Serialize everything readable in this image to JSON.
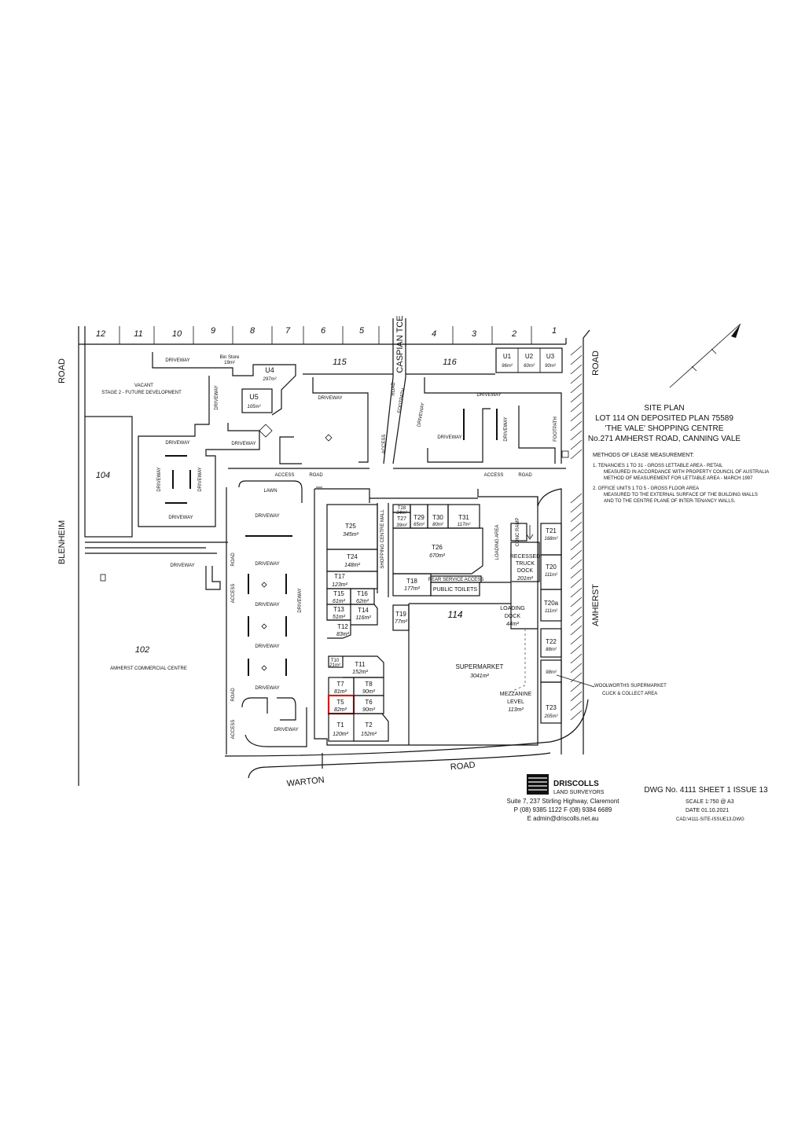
{
  "lot_numbers_top": [
    "12",
    "11",
    "10",
    "9",
    "8",
    "7",
    "6",
    "5",
    "4",
    "3",
    "2",
    "1"
  ],
  "lots": {
    "l115": "115",
    "l116": "116",
    "l104": "104",
    "l102": "102",
    "l114": "114"
  },
  "streets": {
    "caspian": "CASPIAN TCE",
    "road_nw": "ROAD",
    "blenheim": "BLENHEIM",
    "road_ne": "ROAD",
    "amherst": "AMHERST",
    "warton": "WARTON",
    "warton_road": "ROAD"
  },
  "site_labels": {
    "driveway": "DRIVEWAY",
    "access": "ACCESS",
    "road": "ROAD",
    "lawn": "LAWN",
    "footpath": "FOOTPATH",
    "vacant": "VACANT",
    "stage2": "STAGE 2 - FUTURE DEVELOPMENT",
    "bin_store": "Bin Store",
    "bin_store_area": "19m²",
    "amherst_commercial": "AMHERST COMMERCIAL CENTRE",
    "shopping_mall": "SHOPPING CENTRE MALL",
    "loading_area": "LOADING AREA",
    "conc_ramp": "CONC RAMP",
    "rear_service": "REAR SERVICE ACCESS",
    "public_toilets": "PUBLIC TOILETS",
    "recessed": "RECESSED",
    "truck": "TRUCK",
    "dock": "DOCK",
    "recessed_area": "201m²",
    "loading": "LOADING",
    "loading_dock_area": "44m²",
    "supermarket": "SUPERMARKET",
    "supermarket_area": "3041m²",
    "mezzanine": "MEZZANINE",
    "level": "LEVEL",
    "mezzanine_area": "113m²",
    "woolworths_1": "WOOLWORTHS SUPERMARKET",
    "woolworths_2": "CLICK & COLLECT AREA",
    "ww_area": "98m²"
  },
  "units": [
    {
      "id": "U1",
      "area": "96m²"
    },
    {
      "id": "U2",
      "area": "60m²"
    },
    {
      "id": "U3",
      "area": "90m²"
    },
    {
      "id": "U4",
      "area": "297m²"
    },
    {
      "id": "U5",
      "area": "105m²"
    }
  ],
  "tenancies": [
    {
      "id": "T1",
      "area": "120m²"
    },
    {
      "id": "T2",
      "area": "152m²"
    },
    {
      "id": "T5",
      "area": "82m²"
    },
    {
      "id": "T6",
      "area": "90m²"
    },
    {
      "id": "T7",
      "area": "81m²"
    },
    {
      "id": "T8",
      "area": "90m²"
    },
    {
      "id": "T10",
      "area": "21m²"
    },
    {
      "id": "T11",
      "area": "152m²"
    },
    {
      "id": "T12",
      "area": "83m²"
    },
    {
      "id": "T13",
      "area": "51m²"
    },
    {
      "id": "T14",
      "area": "116m²"
    },
    {
      "id": "T15",
      "area": "61m²"
    },
    {
      "id": "T16",
      "area": "62m²"
    },
    {
      "id": "T17",
      "area": "123m²"
    },
    {
      "id": "T18",
      "area": "177m²"
    },
    {
      "id": "T19",
      "area": "77m²"
    },
    {
      "id": "T20",
      "area": "111m²"
    },
    {
      "id": "T20a",
      "area": "111m²"
    },
    {
      "id": "T21",
      "area": "168m²"
    },
    {
      "id": "T22",
      "area": "88m²"
    },
    {
      "id": "T23",
      "area": "205m²"
    },
    {
      "id": "T24",
      "area": "148m²"
    },
    {
      "id": "T25",
      "area": "345m²"
    },
    {
      "id": "T26",
      "area": "670m²"
    },
    {
      "id": "T27",
      "area": "39m²"
    },
    {
      "id": "T28",
      "area": "34m²"
    },
    {
      "id": "T29",
      "area": "65m²"
    },
    {
      "id": "T30",
      "area": "80m²"
    },
    {
      "id": "T31",
      "area": "117m²"
    }
  ],
  "title_block": {
    "line1": "SITE PLAN",
    "line2": "LOT 114 ON DEPOSITED PLAN 75589",
    "line3": "'THE VALE' SHOPPING CENTRE",
    "line4": "No.271 AMHERST ROAD, CANNING VALE"
  },
  "methods": {
    "heading": "METHODS OF LEASE MEASUREMENT:",
    "note1_a": "1. TENANCIES 1 TO 31  -  GROSS LETTABLE AREA - RETAIL",
    "note1_b": "MEASURED IN ACCORDANCE WITH PROPERTY COUNCIL OF AUSTRALIA",
    "note1_c": "METHOD OF MEASUREMENT FOR LETTABLE AREA - MARCH 1997",
    "note2_a": "2. OFFICE UNITS 1 TO 5  -  GROSS FLOOR AREA",
    "note2_b": "MEASURED TO THE EXTERNAL SURFACE OF THE BUILDING WALLS",
    "note2_c": "AND TO THE CENTRE PLANE OF INTER-TENANCY WALLS."
  },
  "company": {
    "name": "DRISCOLLS",
    "sub": "LAND SURVEYORS",
    "address": "Suite 7, 237 Stirling Highway, Claremont",
    "phone": "P (08) 9385 1122  F (08) 9384 6689",
    "email": "E  admin@driscolls.net.au"
  },
  "drawing": {
    "dwg": "DWG No. 4111 SHEET 1  ISSUE 13",
    "scale": "SCALE  1:750 @ A3",
    "date": "DATE  01.10.2021",
    "file": "CAD:\\4111-SITE-ISSUE13.DWG"
  },
  "colors": {
    "highlight": "#cc1f1f",
    "line": "#111111"
  }
}
